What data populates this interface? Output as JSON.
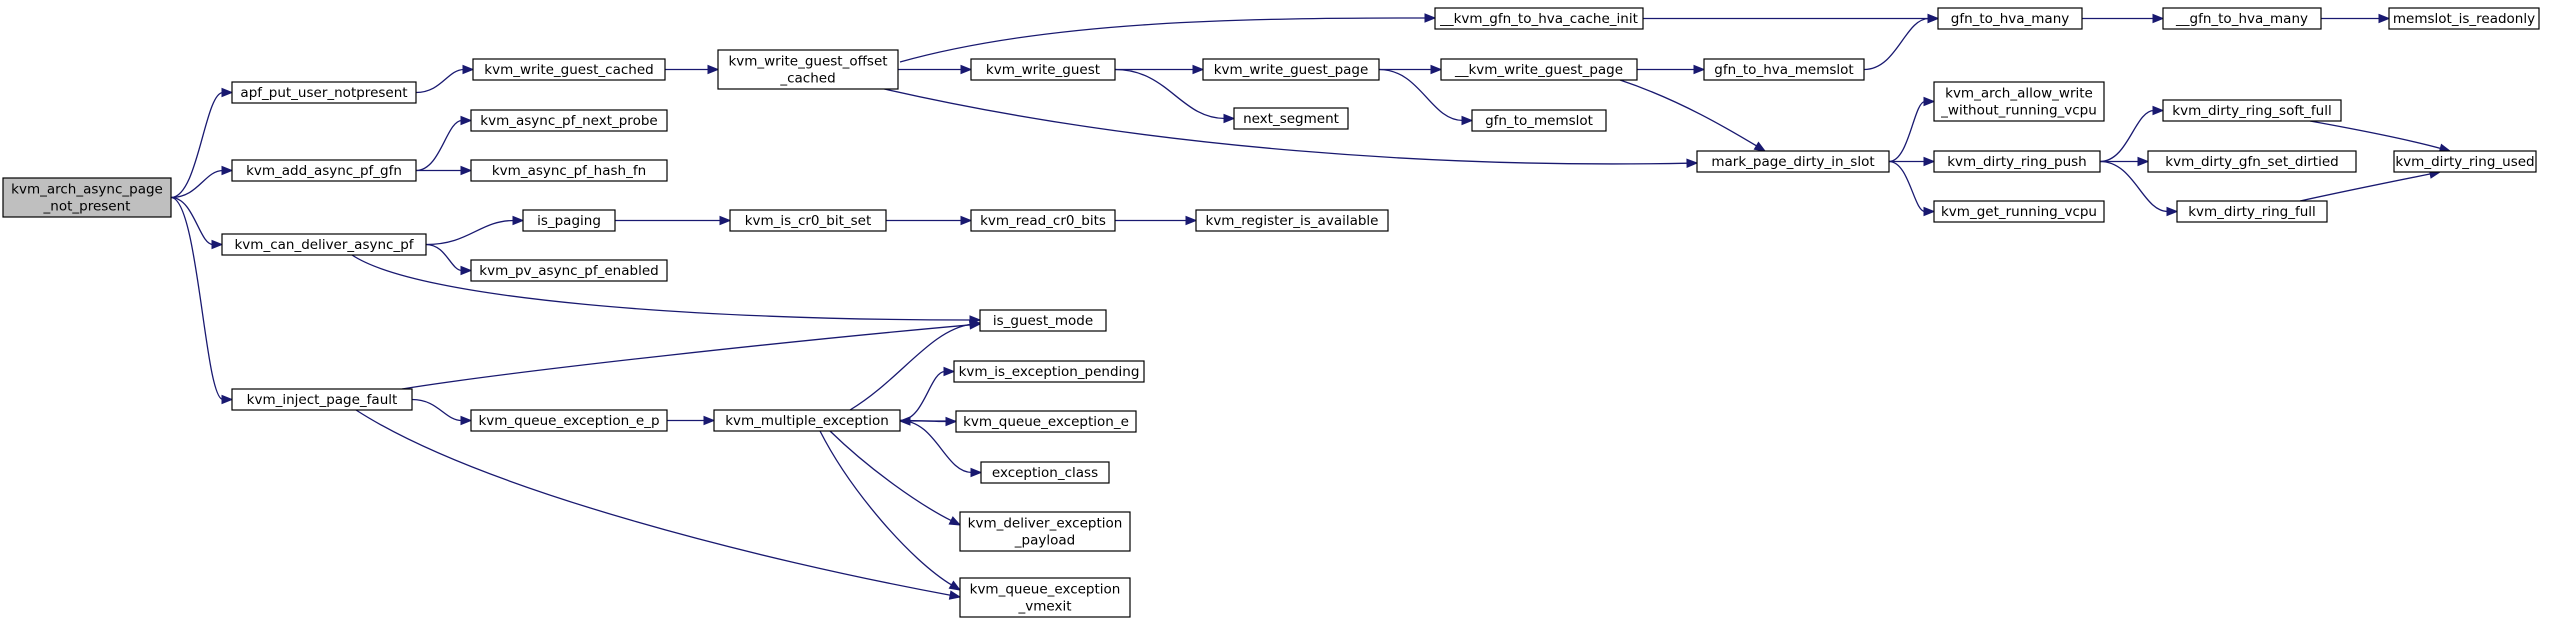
{
  "diagram": {
    "type": "call-graph",
    "colors": {
      "edge": "#191970",
      "node_border": "#000000",
      "node_fill": "#ffffff",
      "root_fill": "#bfbfbf"
    },
    "nodes": [
      {
        "id": "root",
        "lines": [
          "kvm_arch_async_page",
          "_not_present"
        ],
        "root": true
      },
      {
        "id": "apf_put_user_notpresent",
        "lines": [
          "apf_put_user_notpresent"
        ]
      },
      {
        "id": "kvm_add_async_pf_gfn",
        "lines": [
          "kvm_add_async_pf_gfn"
        ]
      },
      {
        "id": "kvm_can_deliver_async_pf",
        "lines": [
          "kvm_can_deliver_async_pf"
        ]
      },
      {
        "id": "kvm_inject_page_fault",
        "lines": [
          "kvm_inject_page_fault"
        ]
      },
      {
        "id": "kvm_write_guest_cached",
        "lines": [
          "kvm_write_guest_cached"
        ]
      },
      {
        "id": "kvm_async_pf_next_probe",
        "lines": [
          "kvm_async_pf_next_probe"
        ]
      },
      {
        "id": "kvm_async_pf_hash_fn",
        "lines": [
          "kvm_async_pf_hash_fn"
        ]
      },
      {
        "id": "is_paging",
        "lines": [
          "is_paging"
        ]
      },
      {
        "id": "kvm_pv_async_pf_enabled",
        "lines": [
          "kvm_pv_async_pf_enabled"
        ]
      },
      {
        "id": "kvm_queue_exception_e_p",
        "lines": [
          "kvm_queue_exception_e_p"
        ]
      },
      {
        "id": "kvm_write_guest_offset_cached",
        "lines": [
          "kvm_write_guest_offset",
          "_cached"
        ]
      },
      {
        "id": "kvm_is_cr0_bit_set",
        "lines": [
          "kvm_is_cr0_bit_set"
        ]
      },
      {
        "id": "kvm_multiple_exception",
        "lines": [
          "kvm_multiple_exception"
        ]
      },
      {
        "id": "kvm_write_guest",
        "lines": [
          "kvm_write_guest"
        ]
      },
      {
        "id": "kvm_read_cr0_bits",
        "lines": [
          "kvm_read_cr0_bits"
        ]
      },
      {
        "id": "is_guest_mode",
        "lines": [
          "is_guest_mode"
        ]
      },
      {
        "id": "kvm_is_exception_pending",
        "lines": [
          "kvm_is_exception_pending"
        ]
      },
      {
        "id": "kvm_queue_exception_e",
        "lines": [
          "kvm_queue_exception_e"
        ]
      },
      {
        "id": "exception_class",
        "lines": [
          "exception_class"
        ]
      },
      {
        "id": "kvm_deliver_exception_payload",
        "lines": [
          "kvm_deliver_exception",
          "_payload"
        ]
      },
      {
        "id": "kvm_queue_exception_vmexit",
        "lines": [
          "kvm_queue_exception",
          "_vmexit"
        ]
      },
      {
        "id": "kvm_write_guest_page",
        "lines": [
          "kvm_write_guest_page"
        ]
      },
      {
        "id": "next_segment",
        "lines": [
          "next_segment"
        ]
      },
      {
        "id": "kvm_register_is_available",
        "lines": [
          "kvm_register_is_available"
        ]
      },
      {
        "id": "__kvm_write_guest_page",
        "lines": [
          "__kvm_write_guest_page"
        ]
      },
      {
        "id": "gfn_to_memslot",
        "lines": [
          "gfn_to_memslot"
        ]
      },
      {
        "id": "__kvm_gfn_to_hva_cache_init",
        "lines": [
          "__kvm_gfn_to_hva_cache_init"
        ]
      },
      {
        "id": "gfn_to_hva_memslot",
        "lines": [
          "gfn_to_hva_memslot"
        ]
      },
      {
        "id": "mark_page_dirty_in_slot",
        "lines": [
          "mark_page_dirty_in_slot"
        ]
      },
      {
        "id": "gfn_to_hva_many",
        "lines": [
          "gfn_to_hva_many"
        ]
      },
      {
        "id": "kvm_arch_allow_write_without_running_vcpu",
        "lines": [
          "kvm_arch_allow_write",
          "_without_running_vcpu"
        ]
      },
      {
        "id": "kvm_dirty_ring_push",
        "lines": [
          "kvm_dirty_ring_push"
        ]
      },
      {
        "id": "kvm_get_running_vcpu",
        "lines": [
          "kvm_get_running_vcpu"
        ]
      },
      {
        "id": "___gfn_to_hva_many",
        "lines": [
          "__gfn_to_hva_many"
        ]
      },
      {
        "id": "kvm_dirty_ring_soft_full",
        "lines": [
          "kvm_dirty_ring_soft_full"
        ]
      },
      {
        "id": "kvm_dirty_gfn_set_dirtied",
        "lines": [
          "kvm_dirty_gfn_set_dirtied"
        ]
      },
      {
        "id": "kvm_dirty_ring_full",
        "lines": [
          "kvm_dirty_ring_full"
        ]
      },
      {
        "id": "memslot_is_readonly",
        "lines": [
          "memslot_is_readonly"
        ]
      },
      {
        "id": "kvm_dirty_ring_used",
        "lines": [
          "kvm_dirty_ring_used"
        ]
      }
    ],
    "edges": [
      [
        "root",
        "apf_put_user_notpresent"
      ],
      [
        "root",
        "kvm_add_async_pf_gfn"
      ],
      [
        "root",
        "kvm_can_deliver_async_pf"
      ],
      [
        "root",
        "kvm_inject_page_fault"
      ],
      [
        "apf_put_user_notpresent",
        "kvm_write_guest_cached"
      ],
      [
        "kvm_add_async_pf_gfn",
        "kvm_async_pf_next_probe"
      ],
      [
        "kvm_add_async_pf_gfn",
        "kvm_async_pf_hash_fn"
      ],
      [
        "kvm_can_deliver_async_pf",
        "is_paging"
      ],
      [
        "kvm_can_deliver_async_pf",
        "kvm_pv_async_pf_enabled"
      ],
      [
        "kvm_can_deliver_async_pf",
        "is_guest_mode"
      ],
      [
        "kvm_inject_page_fault",
        "is_guest_mode"
      ],
      [
        "kvm_inject_page_fault",
        "kvm_queue_exception_e_p"
      ],
      [
        "kvm_inject_page_fault",
        "kvm_queue_exception_vmexit"
      ],
      [
        "kvm_write_guest_cached",
        "kvm_write_guest_offset_cached"
      ],
      [
        "is_paging",
        "kvm_is_cr0_bit_set"
      ],
      [
        "kvm_queue_exception_e_p",
        "kvm_multiple_exception"
      ],
      [
        "kvm_write_guest_offset_cached",
        "__kvm_gfn_to_hva_cache_init"
      ],
      [
        "kvm_write_guest_offset_cached",
        "kvm_write_guest"
      ],
      [
        "kvm_write_guest_offset_cached",
        "mark_page_dirty_in_slot"
      ],
      [
        "kvm_is_cr0_bit_set",
        "kvm_read_cr0_bits"
      ],
      [
        "kvm_multiple_exception",
        "is_guest_mode"
      ],
      [
        "kvm_multiple_exception",
        "kvm_is_exception_pending"
      ],
      [
        "kvm_multiple_exception",
        "kvm_queue_exception_e"
      ],
      [
        "kvm_multiple_exception",
        "exception_class"
      ],
      [
        "kvm_multiple_exception",
        "kvm_deliver_exception_payload"
      ],
      [
        "kvm_multiple_exception",
        "kvm_queue_exception_vmexit"
      ],
      [
        "kvm_queue_exception_e",
        "kvm_multiple_exception"
      ],
      [
        "kvm_write_guest",
        "kvm_write_guest_page"
      ],
      [
        "kvm_write_guest",
        "next_segment"
      ],
      [
        "kvm_read_cr0_bits",
        "kvm_register_is_available"
      ],
      [
        "kvm_write_guest_page",
        "__kvm_write_guest_page"
      ],
      [
        "kvm_write_guest_page",
        "gfn_to_memslot"
      ],
      [
        "__kvm_write_guest_page",
        "gfn_to_hva_memslot"
      ],
      [
        "__kvm_write_guest_page",
        "mark_page_dirty_in_slot"
      ],
      [
        "__kvm_gfn_to_hva_cache_init",
        "gfn_to_hva_many"
      ],
      [
        "gfn_to_hva_memslot",
        "gfn_to_hva_many"
      ],
      [
        "mark_page_dirty_in_slot",
        "kvm_arch_allow_write_without_running_vcpu"
      ],
      [
        "mark_page_dirty_in_slot",
        "kvm_dirty_ring_push"
      ],
      [
        "mark_page_dirty_in_slot",
        "kvm_get_running_vcpu"
      ],
      [
        "gfn_to_hva_many",
        "___gfn_to_hva_many"
      ],
      [
        "kvm_dirty_ring_push",
        "kvm_dirty_ring_soft_full"
      ],
      [
        "kvm_dirty_ring_push",
        "kvm_dirty_gfn_set_dirtied"
      ],
      [
        "kvm_dirty_ring_push",
        "kvm_dirty_ring_full"
      ],
      [
        "___gfn_to_hva_many",
        "memslot_is_readonly"
      ],
      [
        "kvm_dirty_ring_soft_full",
        "kvm_dirty_ring_used"
      ],
      [
        "kvm_dirty_ring_full",
        "kvm_dirty_ring_used"
      ]
    ]
  }
}
